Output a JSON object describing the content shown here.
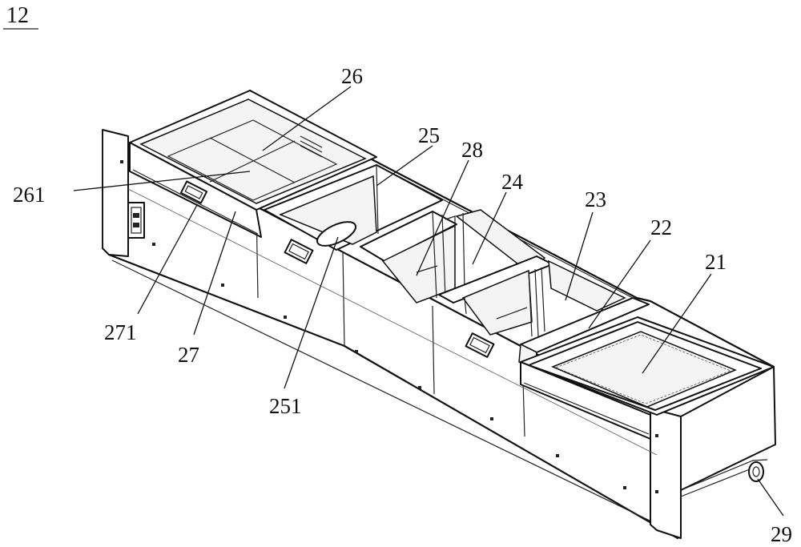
{
  "figure_number": "12",
  "labels": {
    "l21": "21",
    "l22": "22",
    "l23": "23",
    "l24": "24",
    "l25": "25",
    "l26": "26",
    "l27": "27",
    "l28": "28",
    "l29": "29",
    "l251": "251",
    "l261": "261",
    "l271": "271"
  }
}
